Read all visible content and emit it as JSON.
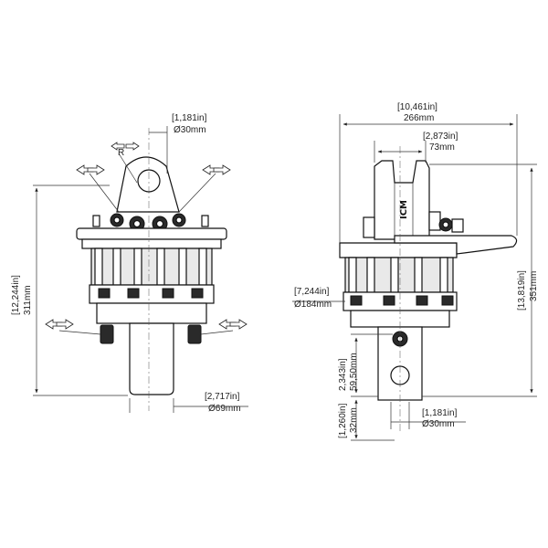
{
  "front_view": {
    "top_pin_in": "[1,181in]",
    "top_pin_mm": "Ø30mm",
    "radius_label": "R",
    "height_in": "[12,244in]",
    "height_mm": "311mm",
    "shaft_in": "[2,717in]",
    "shaft_mm": "Ø69mm"
  },
  "side_view": {
    "width_in": "[10,461in]",
    "width_mm": "266mm",
    "mount_in": "[2,873in]",
    "mount_mm": "73mm",
    "body_in": "[7,244in]",
    "body_mm": "Ø184mm",
    "height_in": "[13,819in]",
    "height_mm": "351mm",
    "pin_offset_in": "2,343in]",
    "pin_offset_mm": "59,50mm",
    "bottom_in": "[1,260in]",
    "bottom_mm": "32mm",
    "bottom_pin_in": "[1,181in]",
    "bottom_pin_mm": "Ø30mm",
    "logo": "ICM"
  }
}
